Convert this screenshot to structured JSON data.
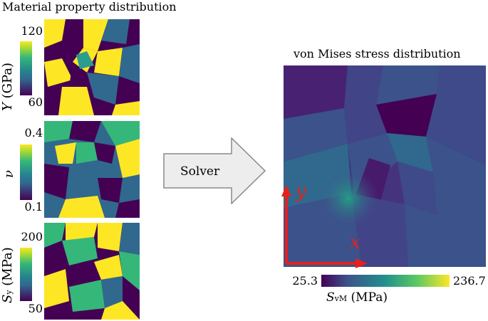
{
  "left_title": "Material property distribution",
  "right_title": "von Mises stress distribution",
  "arrow_label": "Solver",
  "panels": [
    {
      "name": "Y",
      "label": "Y",
      "sub": "",
      "unit": " (GPa)",
      "max": "120",
      "min": "60"
    },
    {
      "name": "nu",
      "label": "ν",
      "sub": "",
      "unit": "",
      "max": "0.4",
      "min": "0.1"
    },
    {
      "name": "Sy",
      "label": "S",
      "sub": "y",
      "unit": " (MPa)",
      "max": "200",
      "min": "50"
    }
  ],
  "stress_colorbar": {
    "min": "25.3",
    "max": "236.7",
    "label": "S",
    "sub": "vM",
    "unit": " (MPa)"
  },
  "axes": {
    "x": "x",
    "y": "y"
  },
  "colors": {
    "viridis_dark": "#440154",
    "viridis_mid": "#21918c",
    "viridis_light": "#fde725",
    "axis_red": "#e8201a"
  }
}
